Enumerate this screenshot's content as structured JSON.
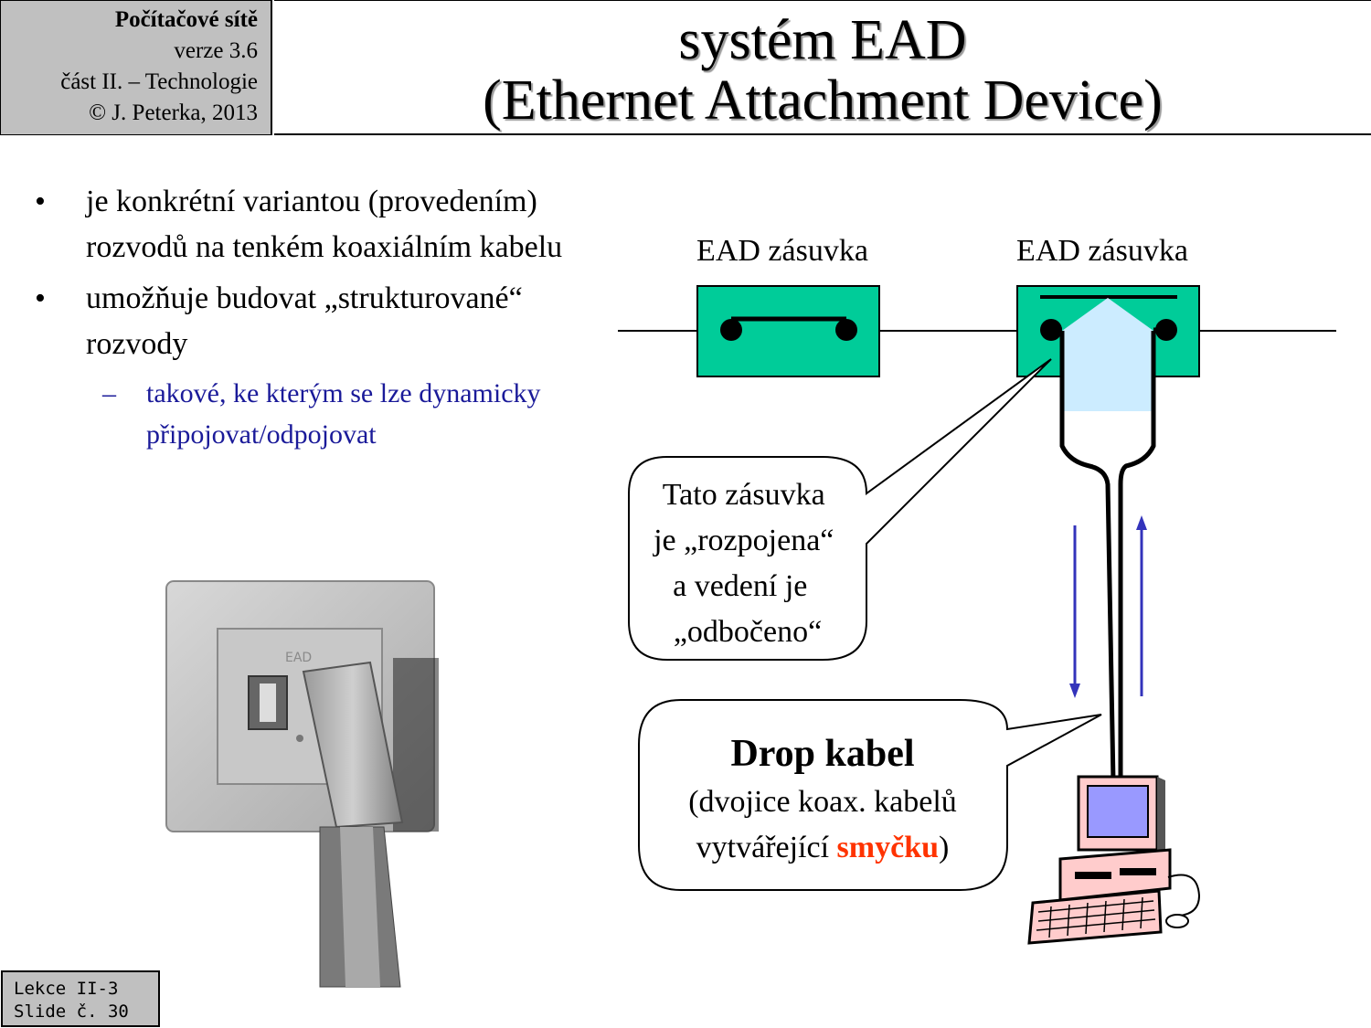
{
  "header": {
    "course": "Počítačové sítě",
    "version": "verze 3.6",
    "part": "část  II. – Technologie",
    "author": "© J. Peterka, 2013",
    "title_line1": "systém EAD",
    "title_line2": "(Ethernet Attachment Device)"
  },
  "bullets": [
    {
      "text": "je konkrétní variantou (provedením) rozvodů na tenkém koaxiálním kabelu"
    },
    {
      "text": "umožňuje budovat „strukturované“ rozvody",
      "sub": "takové, ke kterým se lze dynamicky připojovat/odpojovat"
    }
  ],
  "diagram": {
    "socket_label_left": "EAD zásuvka",
    "socket_label_right": "EAD zásuvka",
    "callout1": [
      "Tato zásuvka",
      "je „rozpojena“",
      "a vedení je",
      "„odbočeno“"
    ],
    "callout2": {
      "title": "Drop kabel",
      "line1": "(dvojice koax. kabelů",
      "line2_pre": "vytvářející ",
      "line2_em": "smyčku",
      "line2_post": ")"
    },
    "photo_text": "EAD",
    "colors": {
      "socket": "#00cc99",
      "drop": "#ccecff",
      "accent": "#ff3300",
      "arrow": "#3333bb",
      "monitor": "#9999ff",
      "computer": "#ffcccc"
    }
  },
  "footer": {
    "line1": "Lekce II-3",
    "line2": "Slide č. 30"
  }
}
